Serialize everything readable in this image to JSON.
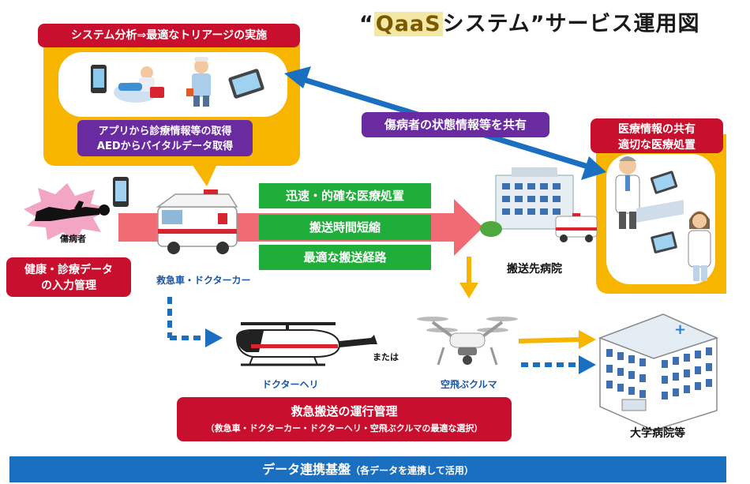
{
  "title": {
    "quote_open": "“",
    "brand": "QaaS",
    "rest": "システム”サービス運用図"
  },
  "analysis": {
    "label": "システム分析⇒最適なトリアージの実施",
    "sub_line1": "アプリから診療情報等の取得",
    "sub_line2": "AEDからバイタルデータ取得"
  },
  "share_label": "傷病者の状態情報等を共有",
  "hospital_box": {
    "line1": "医療情報の共有",
    "line2": "適切な医療処置"
  },
  "patient": {
    "label": "傷病者"
  },
  "health": {
    "line1": "健康・診療データ",
    "line2": "の入力管理"
  },
  "benefits": [
    "迅速・的確な医療処置",
    "搬送時間短縮",
    "最適な搬送経路"
  ],
  "ambulance_label": "救急車・ドクターカー",
  "dest_hospital": "搬送先病院",
  "heli_label": "ドクターヘリ",
  "or_label": "または",
  "drone_label": "空飛ぶクルマ",
  "transport": {
    "line1": "救急搬送の運行管理",
    "line2": "（救急車・ドクターカー・ドクターヘリ・空飛ぶクルマの最適な選択）"
  },
  "university": "大学病院等",
  "data_platform": {
    "main": "データ連携基盤",
    "sub": "（各データを連携して活用）"
  },
  "colors": {
    "red": "#c8102e",
    "yellow": "#f7b500",
    "blue": "#1a6fc0",
    "green": "#1fae3a",
    "purple": "#6a2aa0",
    "pink_arrow": "#f06b73"
  }
}
